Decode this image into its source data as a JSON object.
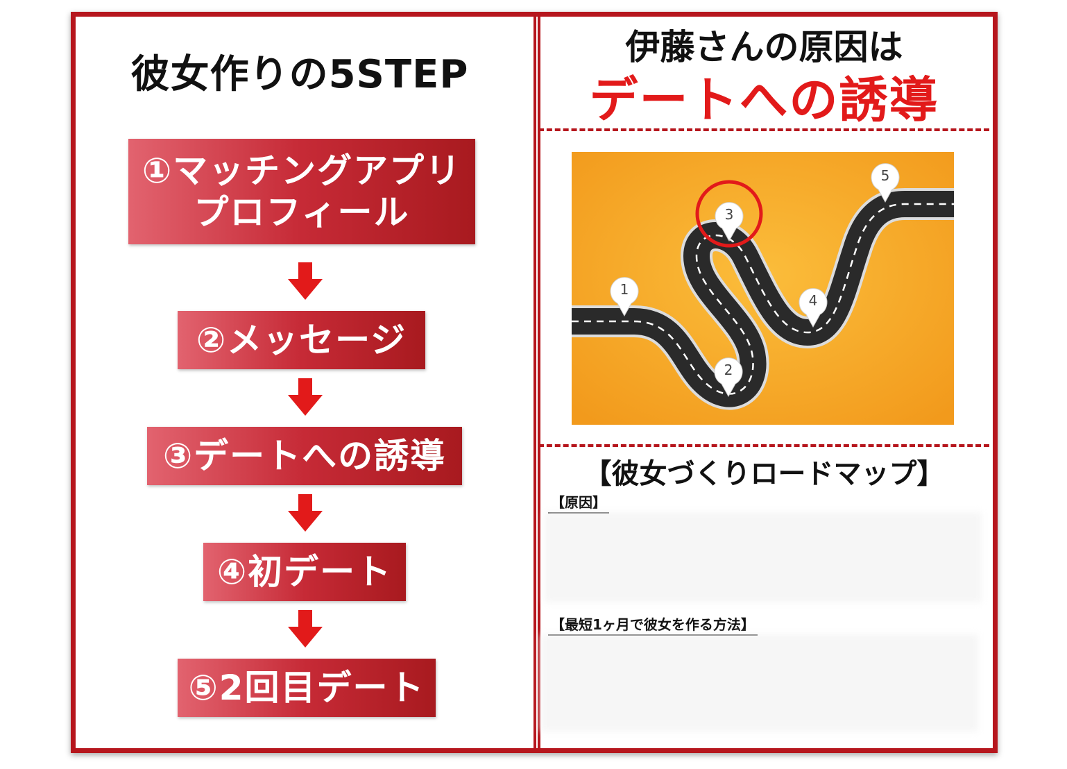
{
  "left": {
    "title": "彼女作りの5STEP",
    "steps": [
      {
        "line1": "①マッチングアプリ",
        "line2": "プロフィール"
      },
      {
        "line1": "②メッセージ"
      },
      {
        "line1": "③デートへの誘導"
      },
      {
        "line1": "④初デート"
      },
      {
        "line1": "⑤2回目デート"
      }
    ]
  },
  "right": {
    "title_line1": "伊藤さんの原因は",
    "title_line2": "デートへの誘導",
    "map_markers": [
      "1",
      "2",
      "3",
      "4",
      "5"
    ],
    "highlighted_marker": "3",
    "roadmap_title": "【彼女づくりロードマップ】",
    "cause_label": "【原因】",
    "method_label": "【最短1ヶ月で彼女を作る方法】"
  },
  "colors": {
    "frame": "#b6161d",
    "step_box": "#c62a36",
    "arrow": "#e21a1a",
    "highlight": "#e21a1a",
    "map_background": "#f5a623"
  }
}
